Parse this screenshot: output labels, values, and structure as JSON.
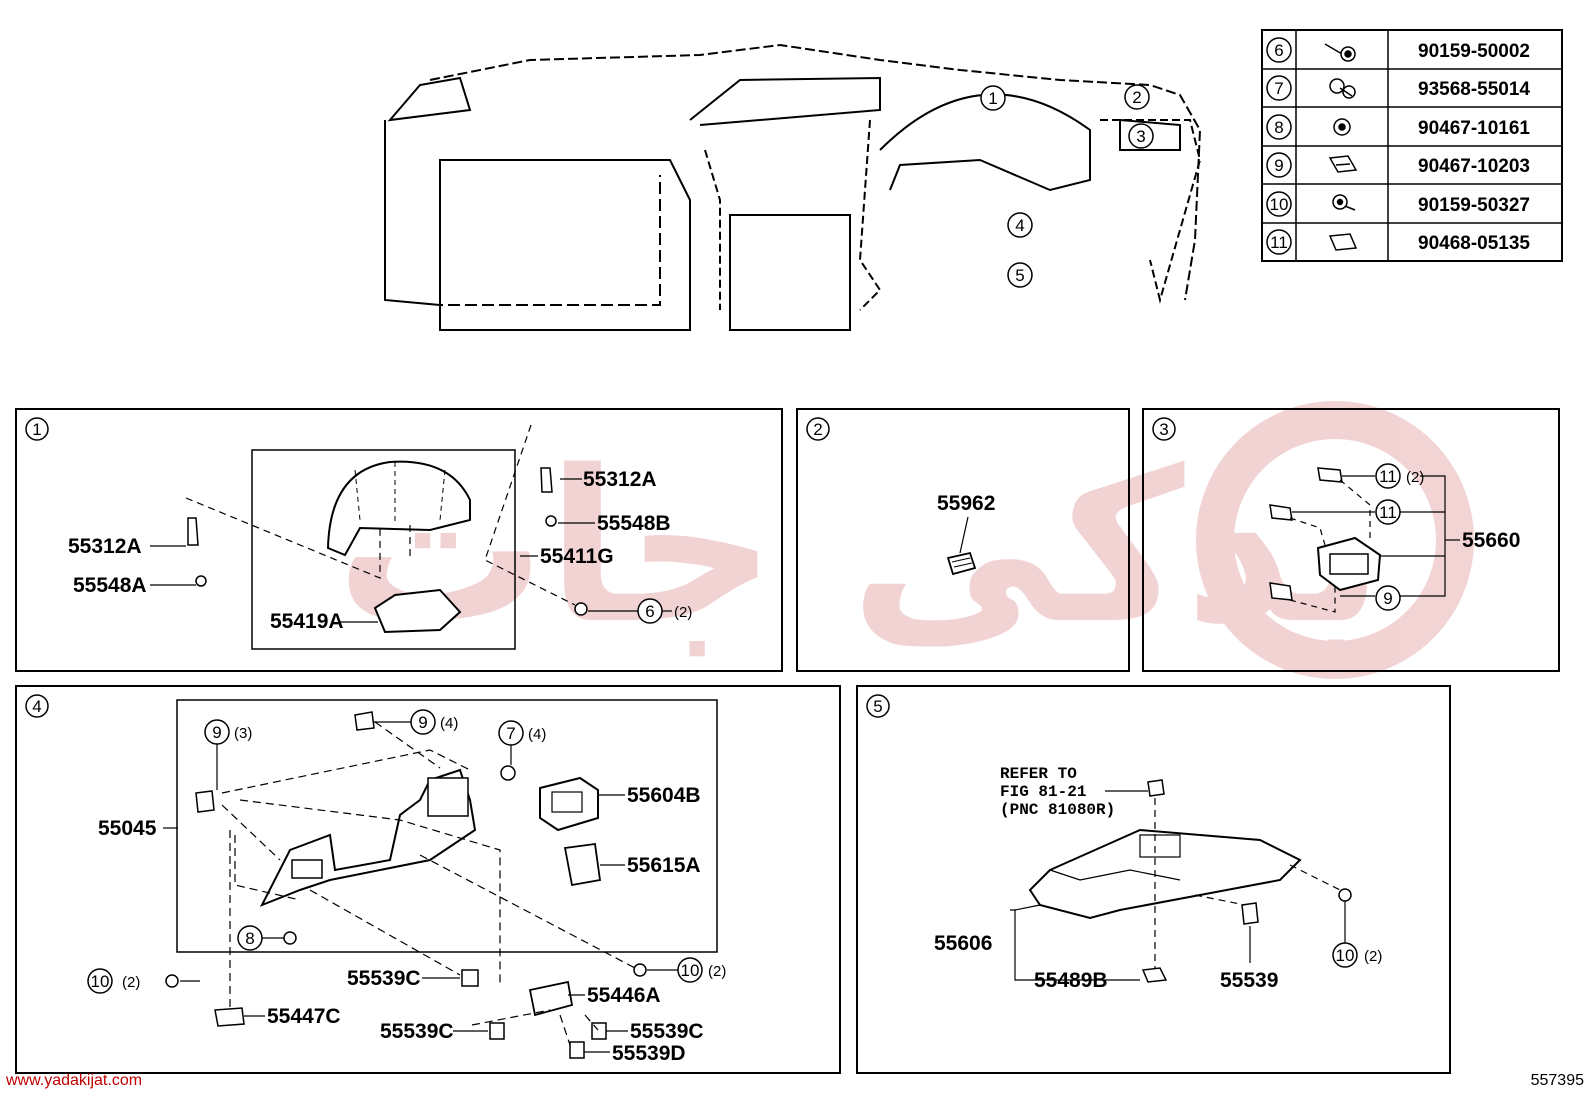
{
  "watermark": {
    "text": "یدکی جات",
    "color": "#e8b0b0"
  },
  "footer": {
    "url": "www.yadakijat.com",
    "doc_id": "557395"
  },
  "overview": {
    "callouts": [
      "1",
      "2",
      "3",
      "4",
      "5"
    ]
  },
  "fastener_table": {
    "rows": [
      {
        "ref": "6",
        "icon": "bolt-washer-icon",
        "part": "90159-50002"
      },
      {
        "ref": "7",
        "icon": "nut-bolt-icon",
        "part": "93568-55014"
      },
      {
        "ref": "8",
        "icon": "clip-nut-icon",
        "part": "90467-10161"
      },
      {
        "ref": "9",
        "icon": "bracket-clip-icon",
        "part": "90467-10203"
      },
      {
        "ref": "10",
        "icon": "bolt-washer-icon",
        "part": "90159-50327"
      },
      {
        "ref": "11",
        "icon": "spring-clip-icon",
        "part": "90468-05135"
      }
    ]
  },
  "panel1": {
    "index": "1",
    "labels": {
      "a": "55312A",
      "b": "55548A",
      "c": "55312A",
      "d": "55548B",
      "e": "55411G",
      "f": "55419A"
    },
    "callout_ref": "6",
    "callout_qty": "(2)"
  },
  "panel2": {
    "index": "2",
    "label": "55962"
  },
  "panel3": {
    "index": "3",
    "label": "55660",
    "callouts": [
      {
        "ref": "11",
        "qty": "(2)"
      },
      {
        "ref": "11",
        "qty": ""
      },
      {
        "ref": "9",
        "qty": ""
      }
    ]
  },
  "panel4": {
    "index": "4",
    "labels": {
      "main": "55045",
      "b1": "55604B",
      "b2": "55615A",
      "c1": "55539C",
      "c2": "55446A",
      "c3": "55447C",
      "c4": "55539C",
      "c5": "55539C",
      "c6": "55539D"
    },
    "callouts": [
      {
        "ref": "9",
        "qty": "(3)"
      },
      {
        "ref": "9",
        "qty": "(4)"
      },
      {
        "ref": "7",
        "qty": "(4)"
      },
      {
        "ref": "8",
        "qty": ""
      },
      {
        "ref": "10",
        "qty": "(2)"
      },
      {
        "ref": "10",
        "qty": "(2)"
      }
    ]
  },
  "panel5": {
    "index": "5",
    "refer_lines": [
      "REFER TO",
      "FIG 81-21",
      "(PNC 81080R)"
    ],
    "labels": {
      "a": "55606",
      "b": "55489B",
      "c": "55539"
    },
    "callout_ref": "10",
    "callout_qty": "(2)"
  }
}
